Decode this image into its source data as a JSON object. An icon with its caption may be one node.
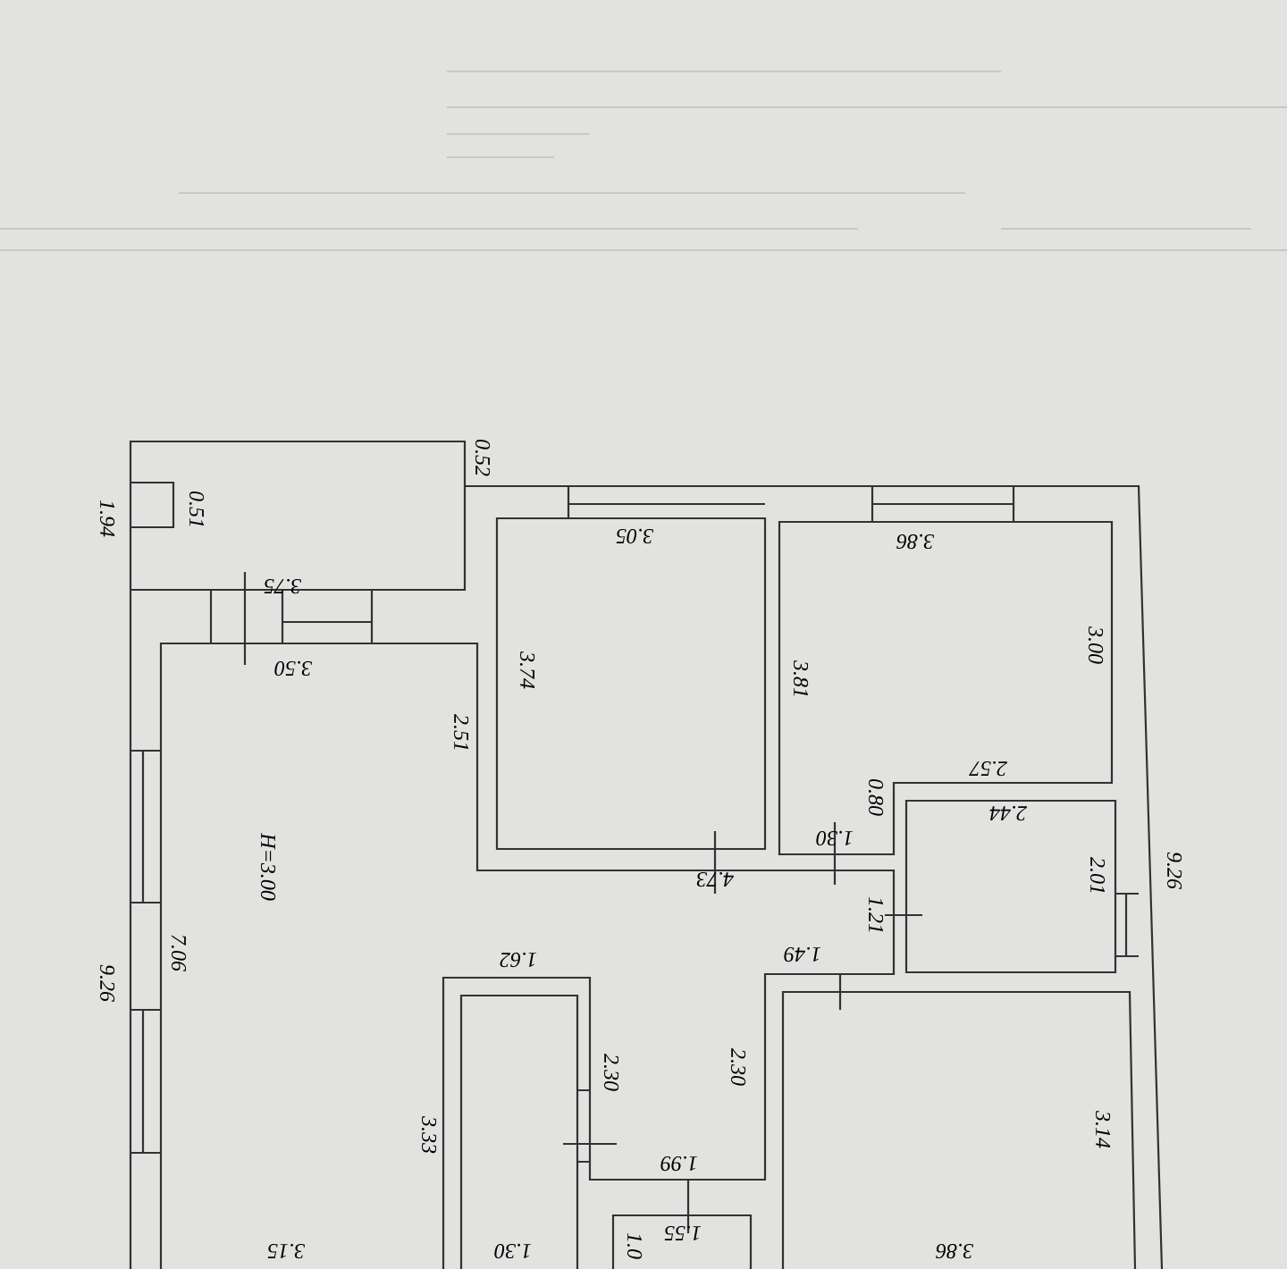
{
  "diagram": {
    "labels": [
      "0.52",
      "1.94",
      "0.51",
      "3.05",
      "3.86",
      "3.75",
      "3.50",
      "3.74",
      "3.81",
      "3.00",
      "2.51",
      "2.57",
      "0.80",
      "2.44",
      "1.30",
      "H=3.00",
      "4.73",
      "2.01",
      "9.26",
      "1.21",
      "7.06",
      "1.62",
      "1.49",
      "9.26",
      "2.30",
      "2.30",
      "3.33",
      "3.14",
      "1.99",
      "1.55",
      "1.0",
      "3.15",
      "1.30",
      "3.86"
    ]
  }
}
